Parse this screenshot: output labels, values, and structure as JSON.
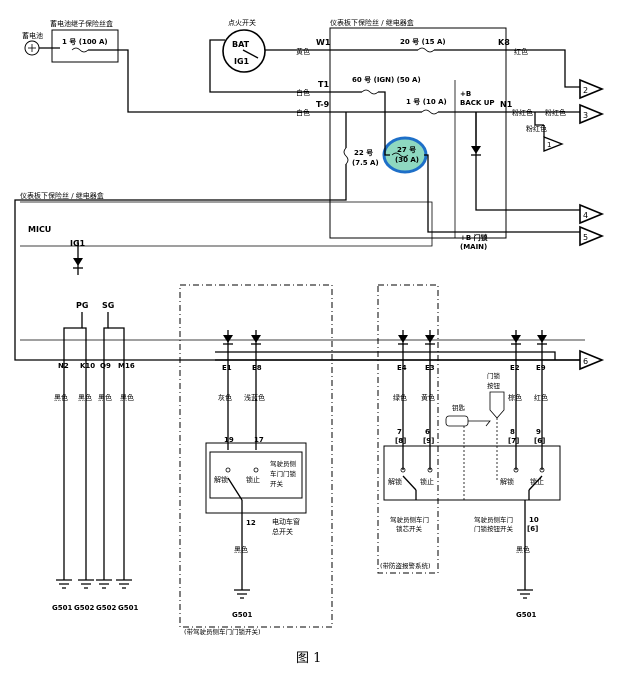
{
  "battery": {
    "label": "蓄电池"
  },
  "fuse_box_engine": {
    "label": "蓄电池继子保险丝盒",
    "fuse": "1 号 (100 A)"
  },
  "ignition_switch": {
    "label": "点火开关",
    "bat": "BAT",
    "ig1": "IG1"
  },
  "dash_fuse_box_top": {
    "label": "仪表板下保险丝 / 继电器盒"
  },
  "dash_fuse_box_left": {
    "label": "仪表板下保险丝 / 继电器盒"
  },
  "terminals": {
    "w1": "W1",
    "t1": "T1",
    "t9": "T-9",
    "k8": "K8",
    "n1": "N1",
    "micu": "MICU",
    "ig1": "IG1"
  },
  "wire_colors": {
    "yellow": "黄色",
    "white1": "白色",
    "white2": "白色",
    "red": "红色",
    "pink": "粉红色",
    "pink2": "粉红色",
    "pink3": "粉红色"
  },
  "fuses": {
    "f20": "20 号 (15 A)",
    "f60": "60 号 (IGN) (50 A)",
    "f1": "1 号 (10 A)",
    "f22a": "22 号",
    "f22b": "(7.5 A)",
    "f27a": "27 号",
    "f27b": "(30 A)"
  },
  "labels": {
    "backup_a": "+B",
    "backup_b": "BACK UP",
    "doorlock_a": "+B 门锁",
    "doorlock_b": "(MAIN)"
  },
  "connectors": [
    "2",
    "3",
    "1",
    "4",
    "5",
    "6"
  ],
  "ground_pins": [
    {
      "pin": "N2",
      "color": "黑色",
      "ground": "G501"
    },
    {
      "pin": "K10",
      "color": "黑色",
      "ground": "G502"
    },
    {
      "pin": "Q9",
      "color": "黑色",
      "ground": "G502"
    },
    {
      "pin": "M16",
      "color": "黑色",
      "ground": "G501"
    }
  ],
  "pg": "PG",
  "sg": "SG",
  "master_switch": {
    "pin_left": "E1",
    "pin_right": "E8",
    "color_left": "灰色",
    "color_right": "浅蓝色",
    "term_left": "19",
    "term_right": "17",
    "term_bottom": "12",
    "inner_label_1": "驾驶员侧",
    "inner_label_2": "车门门锁",
    "inner_label_3": "开关",
    "unlock": "解锁",
    "lock": "锁止",
    "caption_1": "电动车窗",
    "caption_2": "总开关",
    "ground_color": "黑色",
    "ground": "G501",
    "footnote": "(带驾驶员侧车门门锁开关)"
  },
  "door_switch": {
    "pin_1": "E4",
    "pin_2": "E3",
    "pin_3": "E2",
    "pin_4": "E9",
    "color_1": "绿色",
    "color_2": "黄色",
    "color_3": "棕色",
    "color_4": "红色",
    "t1": "7",
    "t1b": "[8]",
    "t2": "6",
    "t2b": "[9]",
    "t3": "8",
    "t3b": "[7]",
    "t4": "9",
    "t4b": "[6]",
    "key": "钥匙",
    "knob_1": "门锁",
    "knob_2": "按钮",
    "unlock_1": "解锁",
    "lock_1": "锁止",
    "unlock_2": "解锁",
    "lock_2": "锁止",
    "cyl_label_1": "驾驶员侧车门",
    "cyl_label_2": "锁芯开关",
    "knob_label_1": "驾驶员侧车门",
    "knob_label_2": "门锁按钮开关",
    "term_bottom": "10",
    "term_bottom_b": "[6]",
    "ground_color": "黑色",
    "ground": "G501",
    "footnote": "(带防盗报警系统)"
  },
  "figure_caption": "图 1",
  "colors": {
    "highlight_fill": "#8ed8c0",
    "highlight_ring": "#1e6fc8"
  }
}
